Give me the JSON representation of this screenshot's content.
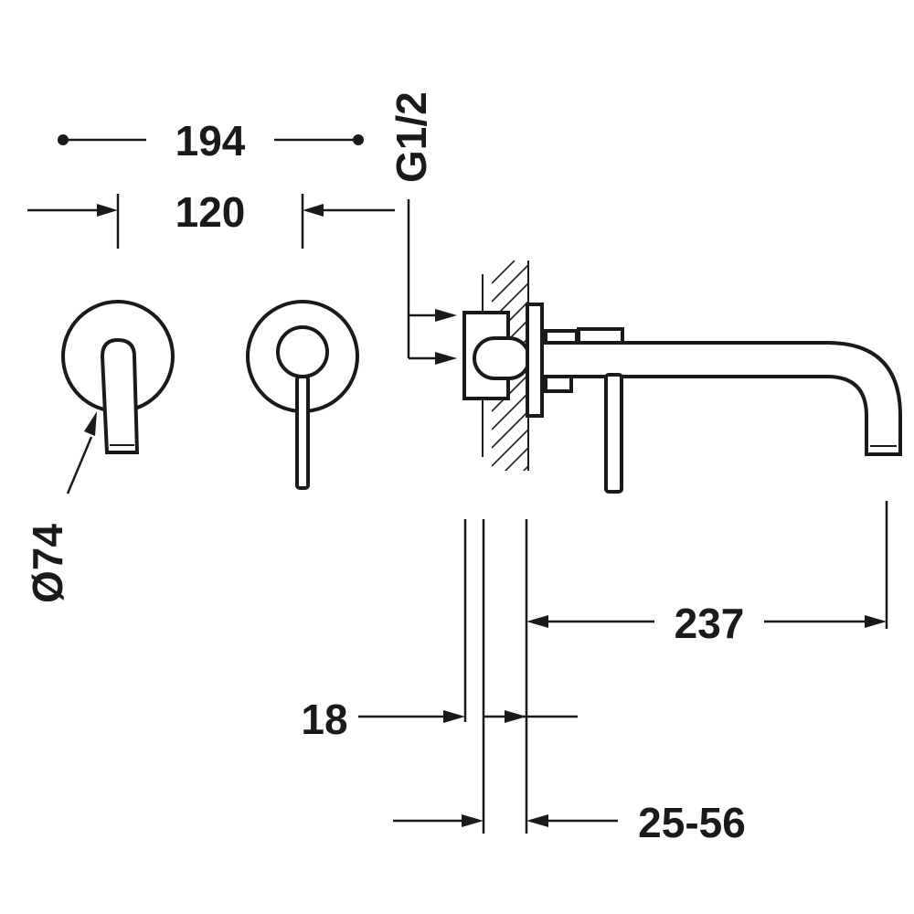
{
  "dimensions": {
    "overall_width": "194",
    "center_distance": "120",
    "thread": "G1/2",
    "rosette_diameter": "Ø74",
    "spout_projection": "237",
    "wall_plate": "18",
    "wall_range": "25-56"
  },
  "colors": {
    "line": "#1a1a1a",
    "background": "#ffffff"
  }
}
